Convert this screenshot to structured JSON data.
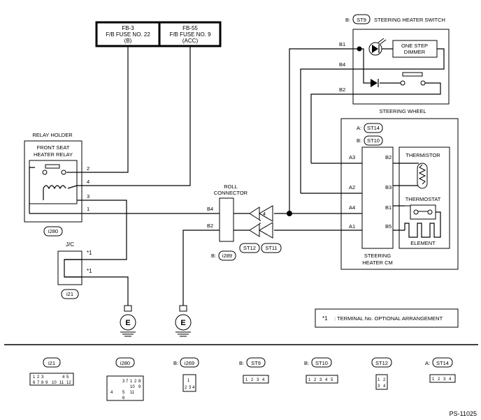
{
  "fuses": [
    {
      "id": "FB-3",
      "name": "F/B FUSE NO. 22",
      "tag": "(B)"
    },
    {
      "id": "FB-55",
      "name": "F/B FUSE NO. 9",
      "tag": "(ACC)"
    }
  ],
  "relay_holder": {
    "title": "RELAY HOLDER",
    "relay_line1": "FRONT SEAT",
    "relay_line2": "HEATER RELAY",
    "connector": "i280",
    "pins": [
      "2",
      "4",
      "3",
      "1"
    ]
  },
  "jc": {
    "title": "J/C",
    "connector": "i21",
    "mark1": "*1",
    "mark2": "*1"
  },
  "roll_connector": {
    "title_line1": "ROLL",
    "title_line2": "CONNECTOR",
    "pins": [
      "B4",
      "B2"
    ],
    "connector_prefix": "B:",
    "connector": "i289",
    "conn_a": "ST12",
    "conn_b": "ST11"
  },
  "switch": {
    "prefix": "B:",
    "connector": "ST9",
    "title": "STEERING HEATER SWITCH",
    "dimmer_line1": "ONE STEP",
    "dimmer_line2": "DIMMER",
    "pins": [
      "B1",
      "B4",
      "B2"
    ]
  },
  "steering_wheel": {
    "title": "STEERING WHEEL"
  },
  "heater_cm": {
    "conn_a_prefix": "A:",
    "conn_a": "ST14",
    "conn_b_prefix": "B:",
    "conn_b": "ST10",
    "left_pins": [
      "A3",
      "A2",
      "A4",
      "A1"
    ],
    "right_pins": [
      "B2",
      "B3",
      "B1",
      "B5"
    ],
    "title_line1": "STEERING",
    "title_line2": "HEATER CM",
    "thermistor": "THERMISTOR",
    "thermostat": "THERMOSTAT",
    "element": "ELEMENT"
  },
  "ground_symbol": "E",
  "note": {
    "mark": "*1",
    "text": ": TERMINAL No. OPTIONAL ARRANGEMENT"
  },
  "connector_views": [
    {
      "prefix": "",
      "name": "i21",
      "pins": [
        "1",
        "2",
        "3",
        "4",
        "5",
        "6",
        "7",
        "8",
        "9",
        "10",
        "11",
        "12"
      ]
    },
    {
      "prefix": "",
      "name": "i280",
      "pins": [
        "1",
        "2",
        "3",
        "4",
        "5",
        "6",
        "7",
        "8",
        "9",
        "10",
        "11"
      ]
    },
    {
      "prefix": "B:",
      "name": "i269",
      "pins": [
        "1",
        "2",
        "3",
        "4"
      ]
    },
    {
      "prefix": "B:",
      "name": "ST9",
      "pins": [
        "1",
        "2",
        "3",
        "4"
      ]
    },
    {
      "prefix": "B:",
      "name": "ST10",
      "pins": [
        "1",
        "2",
        "3",
        "4",
        "5"
      ]
    },
    {
      "prefix": "",
      "name": "ST12",
      "pins": [
        "1",
        "2",
        "3",
        "4"
      ]
    },
    {
      "prefix": "A:",
      "name": "ST14",
      "pins": [
        "1",
        "2",
        "3",
        "4"
      ]
    }
  ],
  "code": "PS-11025"
}
